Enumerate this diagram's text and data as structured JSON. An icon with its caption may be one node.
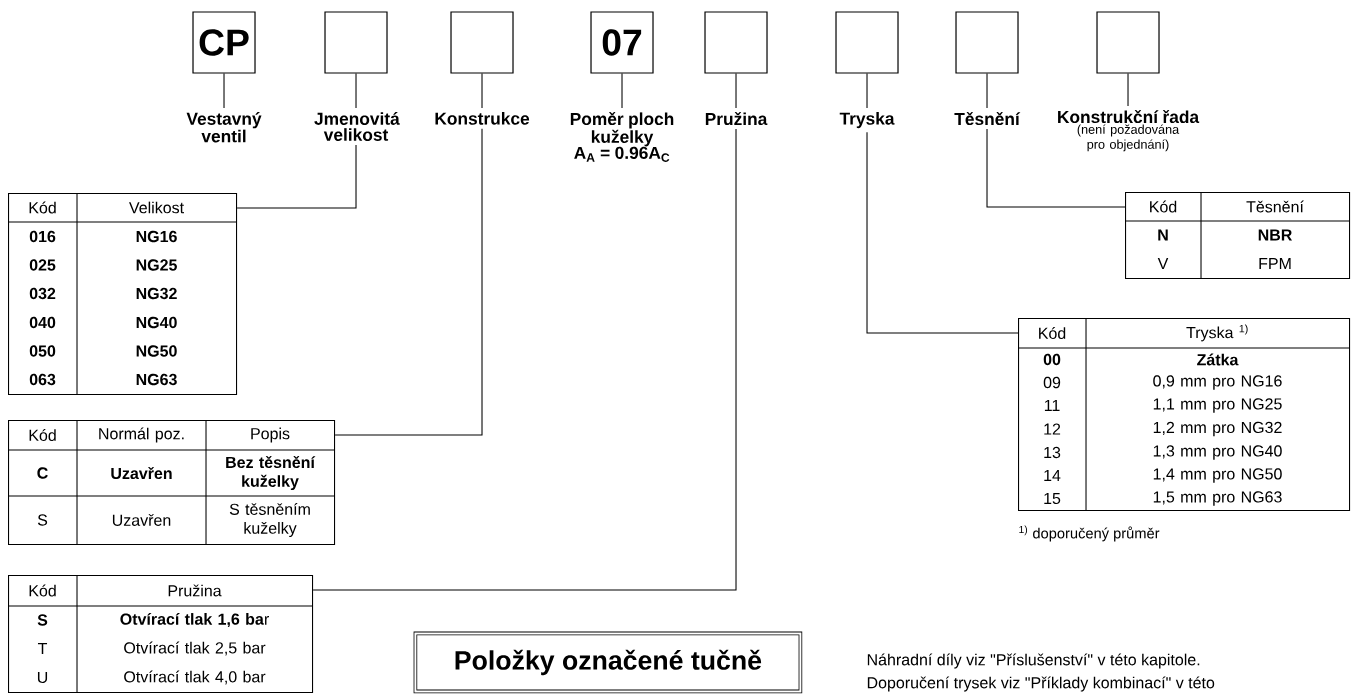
{
  "diagram": {
    "nodes": [
      {
        "text": [
          "CP"
        ]
      },
      {
        "text": [],
        "shape": "box"
      },
      {
        "text": [],
        "shape": "box"
      },
      {
        "text": [
          "07"
        ]
      },
      {
        "text": [],
        "shape": "box"
      },
      {
        "text": [],
        "shape": "box"
      },
      {
        "text": [],
        "shape": "box"
      },
      {
        "text": [],
        "shape": "box"
      },
      {
        "text": [
          "Vestavný ventil"
        ]
      },
      {
        "text": [
          "Jmenovitá velikost"
        ]
      },
      {
        "text": [
          "Konstrukce"
        ]
      },
      {
        "text": [
          "Poměr ploch kuželky",
          "A$_{A}$ = 0.96A$_{C}$"
        ]
      },
      {
        "text": [
          "Pružina"
        ]
      },
      {
        "text": [
          "Tryska"
        ]
      },
      {
        "text": [
          "Těsnění"
        ]
      },
      {
        "text": [
          "Konstrukční řada",
          "(není požadována pro objednání)"
        ]
      },
      {
        "text": [
          "Kód",
          "Velikost",
          "016",
          "NG16",
          "025",
          "NG25",
          "032",
          "NG32",
          "040",
          "NG40",
          "050",
          "NG50",
          "063",
          "NG63"
        ]
      },
      {
        "text": [
          "Kód",
          "Normál poz.",
          "Popis",
          "C",
          "Uzavřen",
          "Bez těsnění kuželky",
          "S",
          "Uzavřen",
          "S těsněním kuželky"
        ]
      },
      {
        "text": [
          "Kód",
          "Pružina",
          "S",
          "**Otvírací tlak 1,6 ba**r",
          "T",
          "Otvírací tlak 2,5 bar",
          "U",
          "Otvírací tlak 4,0 bar"
        ]
      },
      {
        "beside": [
          "$^{1)}$ doporučený průměr"
        ],
        "text": [
          "Kód",
          "Tryska $^{1)}$",
          "00",
          "Zátka",
          "09",
          "0,9 mm pro NG16",
          "11",
          "1,1 mm pro NG25",
          "12",
          "1,2 mm pro NG32",
          "13",
          "1,3 mm pro NG40",
          "14",
          "1,4 mm pro NG50",
          "15",
          "1,5 mm pro NG63"
        ]
      },
      {
        "text": [
          "Kód",
          "Těsnění",
          "N",
          "NBR",
          "V",
          "FPM"
        ]
      },
      {
        "text": [
          "Položky označené tučně"
        ]
      }
    ],
    "edges": [
      {
        "from": 0,
        "to": 8,
        "arrow": "none"
      },
      {
        "from": 1,
        "to": 9,
        "arrow": "none"
      },
      {
        "from": 2,
        "to": 10,
        "arrow": "none"
      },
      {
        "from": 3,
        "to": 11,
        "arrow": "none"
      },
      {
        "from": 4,
        "to": 12,
        "arrow": "none"
      },
      {
        "from": 5,
        "to": 13,
        "arrow": "none"
      },
      {
        "from": 6,
        "to": 14,
        "arrow": "none"
      },
      {
        "from": 7,
        "to": 15,
        "arrow": "none"
      },
      {
        "from": 9,
        "to": 16,
        "arrow": "none"
      },
      {
        "from": 10,
        "to": 17,
        "arrow": "none"
      },
      {
        "from": 12,
        "to": 18,
        "arrow": "none"
      },
      {
        "from": 13,
        "to": 19,
        "arrow": "none"
      },
      {
        "from": 14,
        "to": 20,
        "arrow": "none"
      }
    ],
    "labels": [
      "Náhradní díly viz \"Příslušenství\" v této kapitole.",
      "Doporučení trysek viz \"Příklady kombinací\" v této"
    ]
  }
}
